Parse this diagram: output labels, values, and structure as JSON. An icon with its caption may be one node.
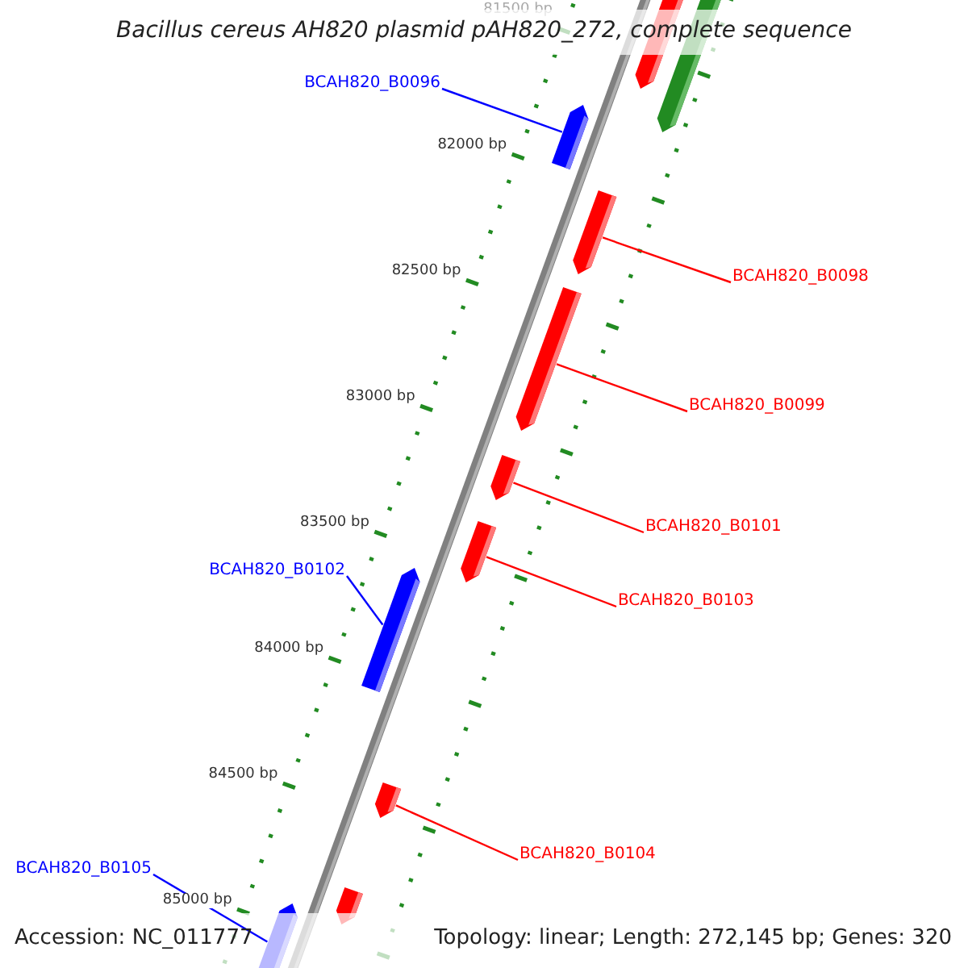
{
  "diagram": {
    "title": "Bacillus cereus AH820 plasmid pAH820_272, complete sequence",
    "nodes": [
      {
        "text": [
          "BCAH820_B0096"
        ]
      },
      {
        "text": [
          "BCAH820_B0098"
        ]
      },
      {
        "text": [
          "BCAH820_B0099"
        ]
      },
      {
        "text": [
          "BCAH820_B0101"
        ]
      },
      {
        "text": [
          "BCAH820_B0102"
        ]
      },
      {
        "text": [
          "BCAH820_B0103"
        ]
      },
      {
        "text": [
          "BCAH820_B0104"
        ]
      },
      {
        "text": [
          "BCAH820_B0105"
        ]
      },
      {
        "text": [],
        "shape": "bar"
      },
      {
        "text": [],
        "shape": "bar"
      },
      {
        "text": [],
        "shape": "bar"
      },
      {
        "text": [],
        "shape": "bar"
      },
      {
        "text": [],
        "shape": "bar"
      },
      {
        "text": [],
        "shape": "bar"
      },
      {
        "text": [],
        "shape": "bar"
      },
      {
        "text": [],
        "shape": "bar"
      },
      {
        "text": [],
        "shape": "bar"
      },
      {
        "text": [],
        "shape": "bar"
      },
      {
        "text": [],
        "shape": "bar"
      }
    ],
    "edges": [
      {
        "from": 0,
        "to": 10,
        "arrow": "none",
        "color": "#0000ff"
      },
      {
        "from": 1,
        "to": 11,
        "arrow": "none"
      },
      {
        "from": 2,
        "to": 12,
        "arrow": "none"
      },
      {
        "from": 3,
        "to": 13,
        "arrow": "none"
      },
      {
        "from": 4,
        "to": 15,
        "arrow": "none",
        "color": "#0000ff"
      },
      {
        "from": 5,
        "to": 14,
        "arrow": "none"
      },
      {
        "from": 6,
        "to": 16,
        "arrow": "none"
      },
      {
        "from": 7,
        "to": 18,
        "arrow": "none",
        "color": "#0000ff"
      }
    ],
    "labels": [
      "81500 bp",
      "82000 bp",
      "82500 bp",
      "83000 bp",
      "83500 bp",
      "84000 bp",
      "84500 bp",
      "85000 bp",
      "Accession: NC_011777",
      "Topology: linear; Length: 272,145 bp; Genes: 320"
    ]
  }
}
